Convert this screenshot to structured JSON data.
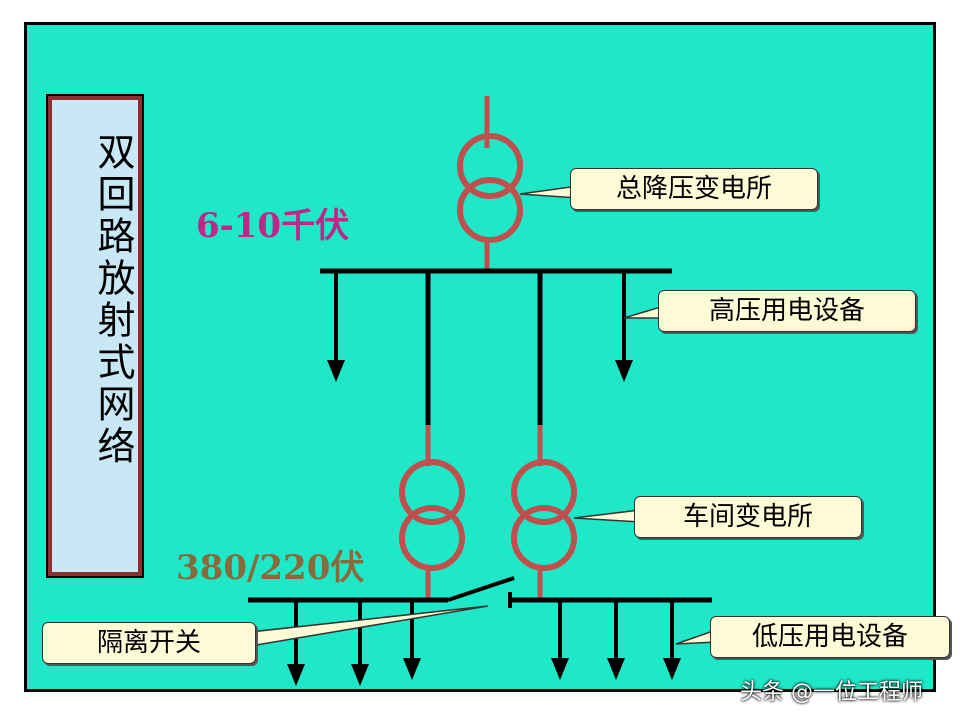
{
  "title": "双回路放射式网络",
  "voltage_high": "6-10千伏",
  "voltage_low": "380/220伏",
  "callouts": {
    "main_substation": "总降压变电所",
    "hv_equipment": "高压用电设备",
    "workshop_substation": "车间变电所",
    "isolating_switch": "隔离开关",
    "lv_equipment": "低压用电设备"
  },
  "watermark": "头条 @一位工程师",
  "colors": {
    "background": "#1fe8c8",
    "transformer": "#c0504d",
    "line": "#000000",
    "title_box": "#c9e8f5",
    "callout": "#fdfbd6"
  }
}
